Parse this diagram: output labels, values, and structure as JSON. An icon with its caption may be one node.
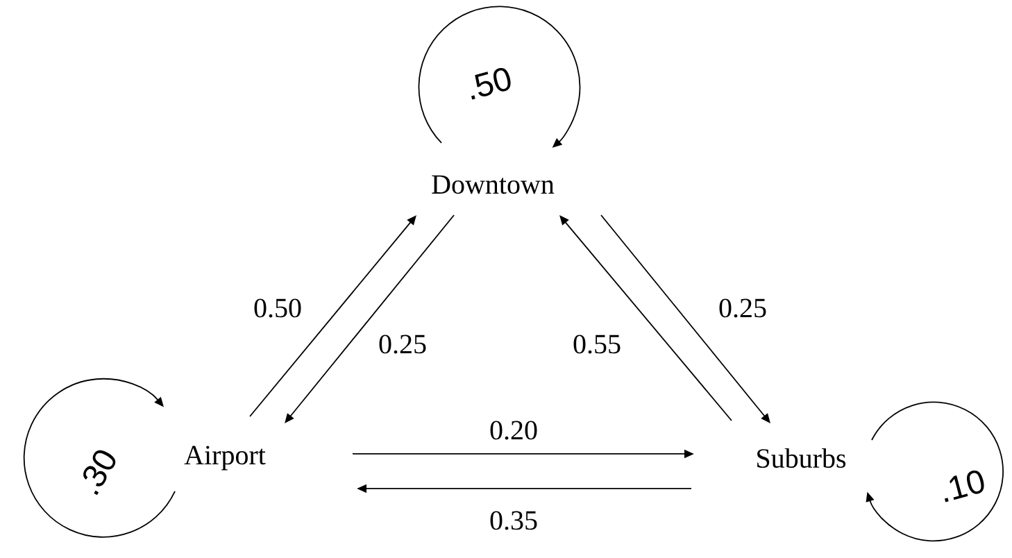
{
  "diagram": {
    "nodes": [
      {
        "text": [
          "Downtown"
        ]
      },
      {
        "text": [
          "Airport"
        ]
      },
      {
        "text": [
          "Suburbs"
        ]
      }
    ],
    "edges": [
      {
        "from": 0,
        "to": 0,
        "arrow": "to",
        "label": ".50"
      },
      {
        "from": 1,
        "to": 0,
        "arrow": "to",
        "label": "0.50"
      },
      {
        "from": 0,
        "to": 1,
        "arrow": "to",
        "label": "0.25"
      },
      {
        "from": 0,
        "to": 2,
        "arrow": "to",
        "label": "0.25"
      },
      {
        "from": 2,
        "to": 0,
        "arrow": "to",
        "label": "0.55"
      },
      {
        "from": 1,
        "to": 2,
        "arrow": "to",
        "label": "0.20"
      },
      {
        "from": 2,
        "to": 1,
        "arrow": "to",
        "label": "0.35"
      },
      {
        "from": 1,
        "to": 1,
        "arrow": "to",
        "label": ".30"
      },
      {
        "from": 2,
        "to": 2,
        "arrow": "to",
        "label": ".10"
      }
    ]
  }
}
